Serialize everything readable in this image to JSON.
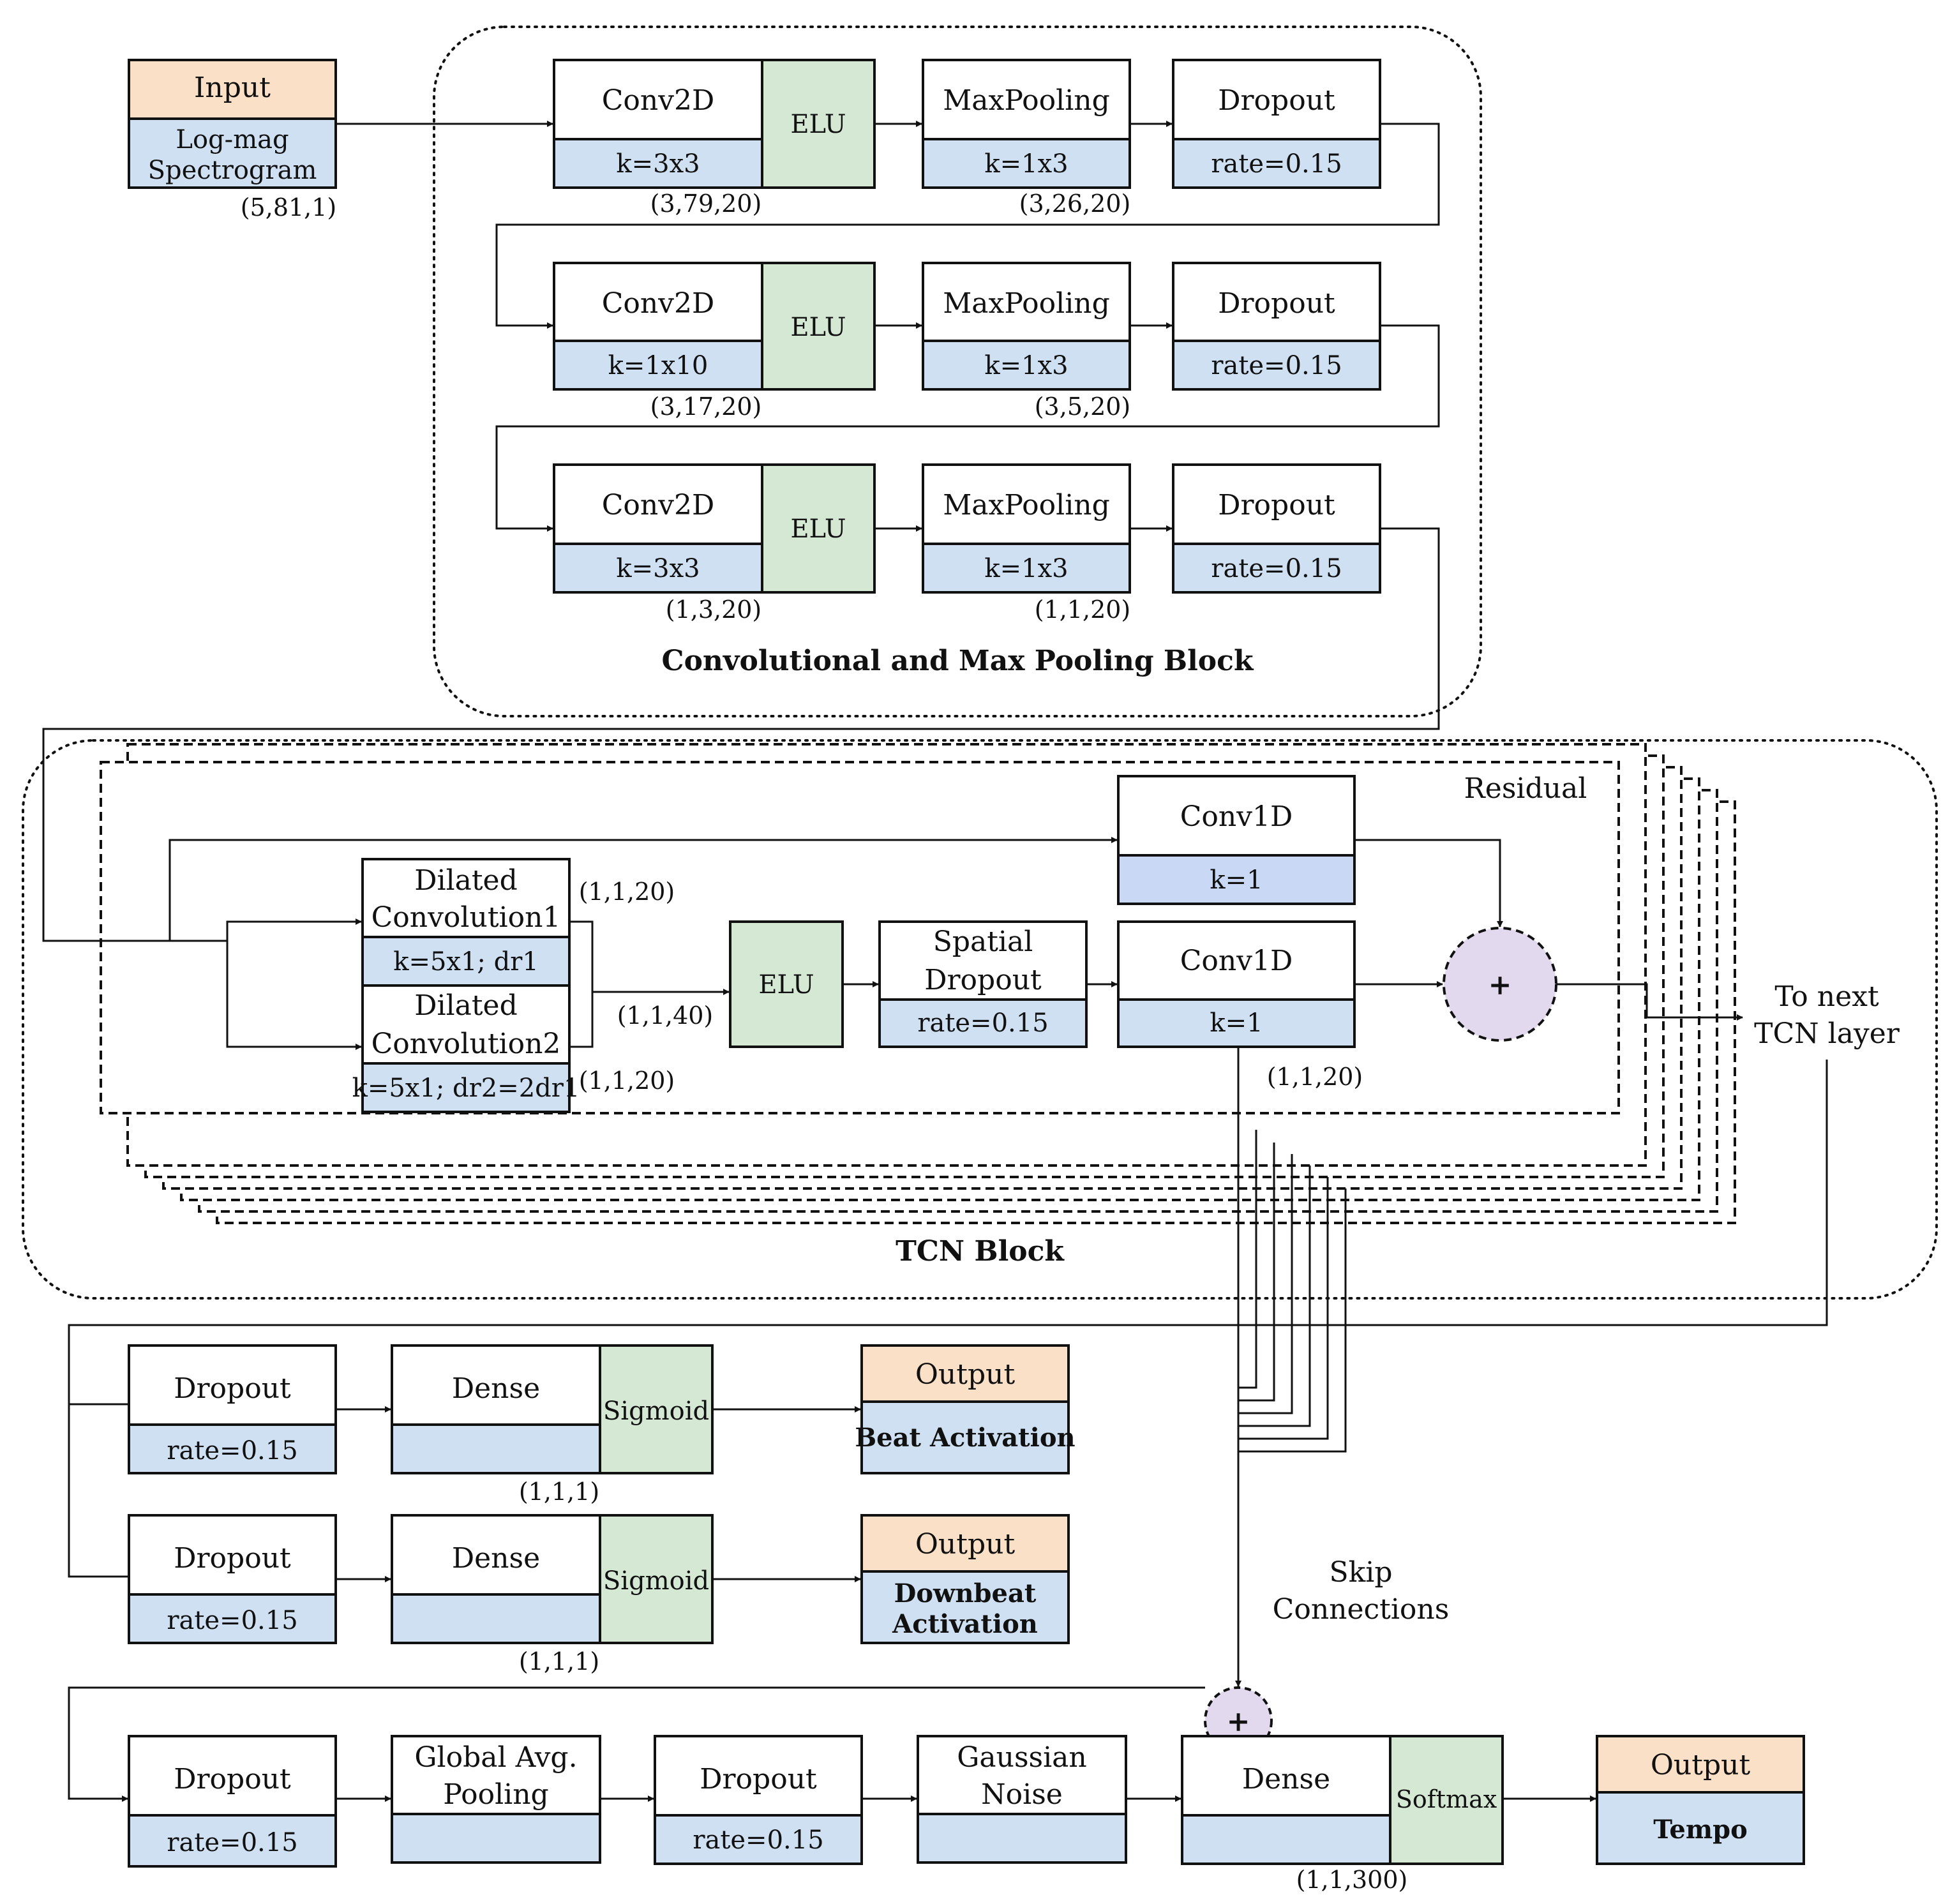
{
  "input": {
    "title": "Input",
    "body_line1": "Log-mag",
    "body_line2": "Spectrogram",
    "shape": "(5,81,1)"
  },
  "conv_block": {
    "title": "Convolutional and Max Pooling Block",
    "rows": [
      {
        "conv": "Conv2D",
        "kernel": "k=3x3",
        "act": "ELU",
        "pool": "MaxPooling",
        "pool_k": "k=1x3",
        "drop": "Dropout",
        "rate": "rate=0.15",
        "shape_conv": "(3,79,20)",
        "shape_pool": "(3,26,20)"
      },
      {
        "conv": "Conv2D",
        "kernel": "k=1x10",
        "act": "ELU",
        "pool": "MaxPooling",
        "pool_k": "k=1x3",
        "drop": "Dropout",
        "rate": "rate=0.15",
        "shape_conv": "(3,17,20)",
        "shape_pool": "(3,5,20)"
      },
      {
        "conv": "Conv2D",
        "kernel": "k=3x3",
        "act": "ELU",
        "pool": "MaxPooling",
        "pool_k": "k=1x3",
        "drop": "Dropout",
        "rate": "rate=0.15",
        "shape_conv": "(1,3,20)",
        "shape_pool": "(1,1,20)"
      }
    ]
  },
  "tcn": {
    "title": "TCN Block",
    "residual_label": "Residual",
    "conv1d_res": {
      "title": "Conv1D",
      "k": "k=1"
    },
    "dil1": {
      "line1": "Dilated",
      "line2": "Convolution1",
      "k": "k=5x1; dr1",
      "shape": "(1,1,20)"
    },
    "dil2": {
      "line1": "Dilated",
      "line2": "Convolution2",
      "k": "k=5x1; dr2=2dr1",
      "shape": "(1,1,20)"
    },
    "concat_shape": "(1,1,40)",
    "elu": "ELU",
    "spatial": {
      "line1": "Spatial",
      "line2": "Dropout",
      "rate": "rate=0.15"
    },
    "conv1d": {
      "title": "Conv1D",
      "k": "k=1",
      "shape": "(1,1,20)"
    },
    "plus": "+",
    "next_line1": "To next",
    "next_line2": "TCN layer"
  },
  "beat": {
    "drop": "Dropout",
    "rate": "rate=0.15",
    "dense": "Dense",
    "act": "Sigmoid",
    "shape": "(1,1,1)",
    "out_title": "Output",
    "out_body": "Beat Activation"
  },
  "downbeat": {
    "drop": "Dropout",
    "rate": "rate=0.15",
    "dense": "Dense",
    "act": "Sigmoid",
    "shape": "(1,1,1)",
    "out_title": "Output",
    "out_body_line1": "Downbeat",
    "out_body_line2": "Activation"
  },
  "skip": {
    "line1": "Skip",
    "line2": "Connections",
    "plus": "+"
  },
  "tempo": {
    "drop1": "Dropout",
    "rate1": "rate=0.15",
    "gap_line1": "Global Avg.",
    "gap_line2": "Pooling",
    "drop2": "Dropout",
    "rate2": "rate=0.15",
    "noise_line1": "Gaussian",
    "noise_line2": "Noise",
    "dense": "Dense",
    "act": "Softmax",
    "shape": "(1,1,300)",
    "out_title": "Output",
    "out_body": "Tempo"
  },
  "colors": {
    "blue": "#cfe0f2",
    "green": "#d5e8d4",
    "orange": "#fbe0c8",
    "purple": "#e3d9ee"
  }
}
